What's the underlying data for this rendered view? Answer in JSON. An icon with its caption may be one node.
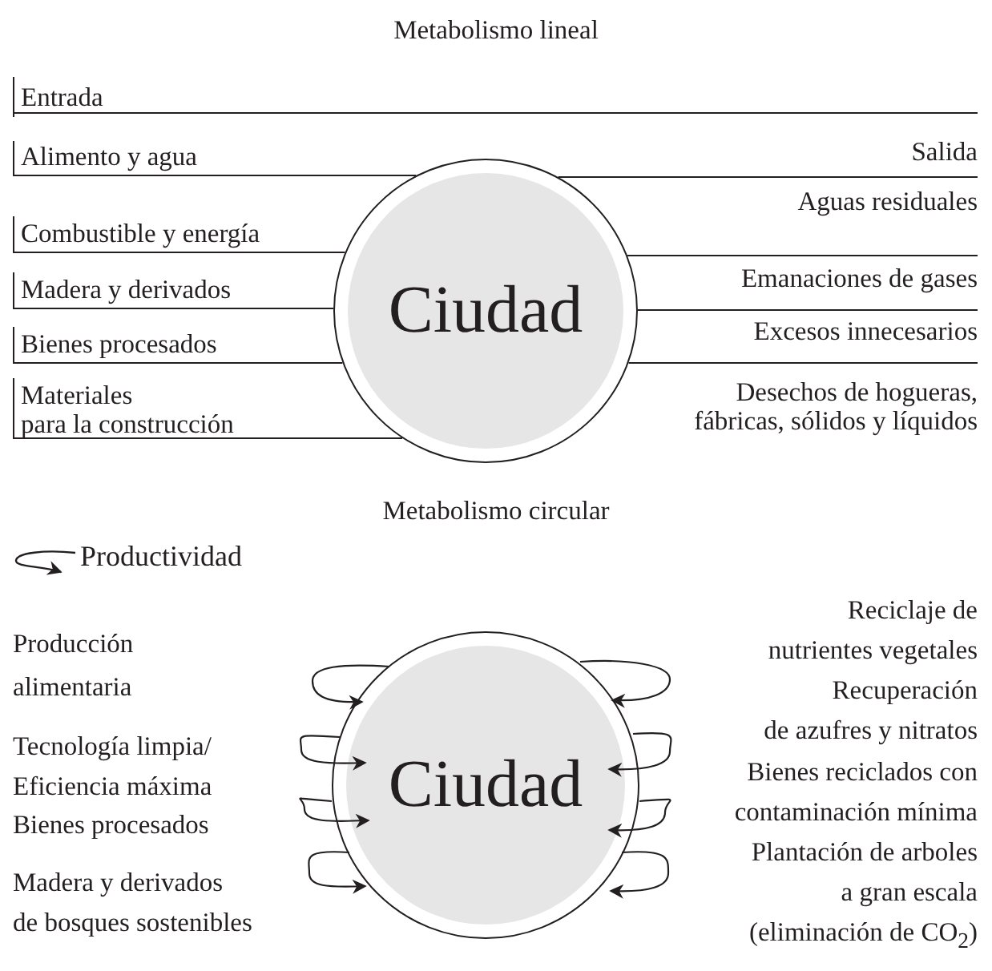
{
  "diagram": {
    "nodes": [
      {
        "text": [
          "Ciudad"
        ]
      },
      {
        "text": [
          "Alimento y agua"
        ]
      },
      {
        "text": [
          "Combustible y energía"
        ]
      },
      {
        "text": [
          "Madera y derivados"
        ]
      },
      {
        "text": [
          "Bienes procesados"
        ]
      },
      {
        "text": [
          "Materiales para la construcción"
        ]
      },
      {
        "text": [
          "Aguas residuales"
        ]
      },
      {
        "text": [
          "Emanaciones de gases"
        ]
      },
      {
        "text": [
          "Excesos innecesarios"
        ]
      },
      {
        "text": [
          "Desechos de hogueras, fábricas, sólidos y líquidos"
        ]
      },
      {
        "text": [
          "Ciudad"
        ]
      }
    ],
    "edges": [
      {
        "from": 1,
        "to": 0,
        "arrow": "none"
      },
      {
        "from": 2,
        "to": 0,
        "arrow": "none"
      },
      {
        "from": 3,
        "to": 0,
        "arrow": "none"
      },
      {
        "from": 4,
        "to": 0,
        "arrow": "none"
      },
      {
        "from": 5,
        "to": 0,
        "arrow": "none"
      },
      {
        "from": 6,
        "to": 0,
        "arrow": "none"
      },
      {
        "from": 7,
        "to": 0,
        "arrow": "none"
      },
      {
        "from": 8,
        "to": 0,
        "arrow": "none"
      },
      {
        "from": 9,
        "to": 0,
        "arrow": "none"
      },
      {
        "from": 10,
        "to": 10,
        "arrow": "to"
      },
      {
        "from": 10,
        "to": 10,
        "arrow": "to"
      },
      {
        "from": 10,
        "to": 10,
        "arrow": "to"
      },
      {
        "from": 10,
        "to": 10,
        "arrow": "to"
      },
      {
        "from": 10,
        "to": 10,
        "arrow": "to"
      },
      {
        "from": 10,
        "to": 10,
        "arrow": "to"
      },
      {
        "from": 10,
        "to": 10,
        "arrow": "to"
      },
      {
        "from": 10,
        "to": 10,
        "arrow": "to"
      }
    ],
    "labels": [
      "Metabolismo lineal",
      "Entrada",
      "Salida",
      "Metabolismo circular",
      "Producción alimentaria",
      "Tecnología limpia/ Eficiencia máxima",
      "Bienes procesados",
      "Madera y derivados de bosques sostenibles",
      "Reciclaje de nutrientes vegetales",
      "Recuperación de azufres y nitratos",
      "Bienes reciclados con contaminación mínima",
      "Plantación de arboles a gran escala (eliminación de CO$_{2}$)"
    ],
    "legend": [
      {
        "text": "Productividad"
      }
    ]
  }
}
